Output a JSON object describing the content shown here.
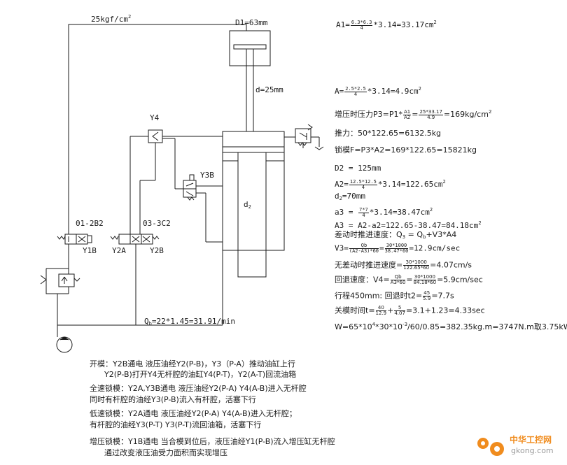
{
  "diagram": {
    "pressure_label": "25kgf/cm",
    "pressure_sup": "2",
    "cylinder_d1": "D1=63mm",
    "rod_d": "d=25mm",
    "plunger_label": "d",
    "plunger_sub": "2",
    "valve_y4": "Y4",
    "valve_y3b": "Y3B",
    "valve_01": "01-2B2",
    "valve_03": "03-3C2",
    "sol_y1b": "Y1B",
    "sol_y2a": "Y2A",
    "sol_y2b": "Y2B",
    "pump_flow": "Q",
    "pump_flow_sub": "b",
    "pump_flow_rest": "=22*1.45=31.91/min"
  },
  "calc": {
    "a1_pre": "A1=",
    "a1_num": "6.3*6.3",
    "a1_den": "4",
    "a1_post": "*3.14=33.17cm",
    "a_pre": "A=",
    "a_num": "2.5*2.5",
    "a_den": "4",
    "a_post": "*3.14=4.9cm",
    "p3_pre": "增压时压力P3=P1*",
    "p3_num1": "A1",
    "p3_den1": "A2",
    "p3_mid": "=",
    "p3_num2": "25*33.17",
    "p3_den2": "4.9",
    "p3_post": "=169kg/cm",
    "thrust": "推力：50*122.65=6132.5kg",
    "lock": "锁模F=P3*A2=169*122.65=15821kg",
    "d2": "D2 = 125mm",
    "a2_pre": "A2=",
    "a2_num": "12.5*12.5",
    "a2_den": "4",
    "a2_post": "*3.14=122.65cm",
    "d2small_pre": "d",
    "d2small_sub": "2",
    "d2small_post": "=70mm",
    "a3_pre": "a3 = ",
    "a3_num": "7*7",
    "a3_den": "4",
    "a3_post": "*3.14=38.47cm",
    "A3": "A3 = A2-a2=122.65-38.47=84.18cm",
    "diff_pre": "差动时推进速度：Q",
    "diff_sub": "3",
    "diff_mid": " = Q",
    "diff_sub2": "b",
    "diff_post": "+V3*A4",
    "v3_pre": "V3=",
    "v3_num1": "Qb",
    "v3_den1": "(A2-A3)*60",
    "v3_mid": "=",
    "v3_num2": "30*1000",
    "v3_den2": "38.47*60",
    "v3_post": "=12.9cm/sec",
    "nodiff_pre": "无差动时推进速度=",
    "nodiff_num": "30*1000",
    "nodiff_den": "122.65*60",
    "nodiff_post": "=4.07cm/s",
    "ret_pre": "回退速度：V4=",
    "ret_num1": "Qb",
    "ret_den1": "A3*60",
    "ret_mid": "=",
    "ret_num2": "30*1000",
    "ret_den2": "84.18*60",
    "ret_post": "=5.9cm/sec",
    "stroke_pre": "行程450mm: 回退时t2=",
    "stroke_num": "45",
    "stroke_den": "5.9",
    "stroke_post": "=7.7s",
    "close_pre": "关模时间t=",
    "close_num1": "40",
    "close_den1": "12.9",
    "close_mid": "+",
    "close_num2": "5",
    "close_den2": "4.07",
    "close_post": "=3.1+1.23=4.33sec",
    "power": "W=65*10",
    "power_sup1": "4",
    "power_mid": "*30*10",
    "power_sup2": "-3",
    "power_post": "/60/0.85=382.35kg.m=3747N.m取3.75kW"
  },
  "notes": [
    "开模：Y2B通电  液压油经Y2(P-B)，Y3（P-A）推动油缸上行",
    "      Y2(P-B)打开Y4无杆腔的油缸Y4(P-T)，Y2(A-T)回流油箱",
    "全速锁模：Y2A,Y3B通电 液压油经Y2(P-A) Y4(A-B)进入无杆腔",
    "同时有杆腔的油经Y3(P-B)流入有杆腔，活塞下行",
    "低速锁模：Y2A通电  液压油经Y2(P-A) Y4(A-B)进入无杆腔；",
    "有杆腔的油经Y3(P-T)  Y3(P-T)流回油箱，活塞下行",
    "增压锁模：Y1B通电 当合模到位后，液压油经Y1(P-B)流入增压缸无杆腔",
    "      通过改变液压油受力面积而实现增压"
  ],
  "logo": {
    "cn": "中华工控网",
    "en": "gkong.com"
  },
  "colors": {
    "line": "#1a1a1a",
    "logo_orange": "#f08c1e",
    "logo_gray": "#9a9a9a"
  }
}
